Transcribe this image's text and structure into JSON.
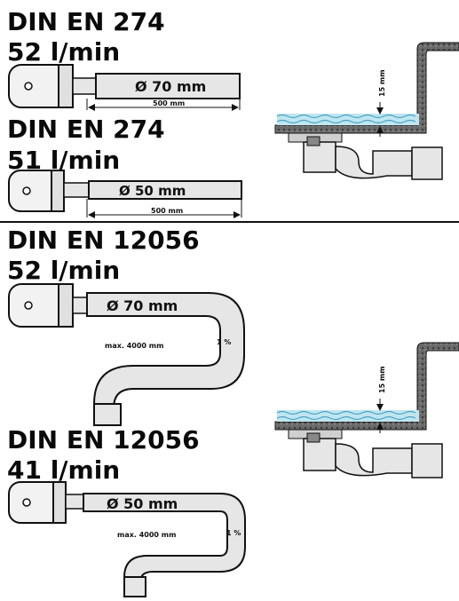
{
  "sections": [
    {
      "standard": "DIN EN 274",
      "flow": "52 l/min",
      "diameter": "Ø 70 mm",
      "length": "500 mm"
    },
    {
      "standard": "DIN EN 274",
      "flow": "51 l/min",
      "diameter": "Ø 50 mm",
      "length": "500 mm"
    },
    {
      "standard": "DIN EN 12056",
      "flow": "52 l/min",
      "diameter": "Ø 70 mm",
      "max_length": "max. 4000 mm",
      "slope": "1 %"
    },
    {
      "standard": "DIN EN 12056",
      "flow": "41 l/min",
      "diameter": "Ø 50 mm",
      "max_length": "max. 4000 mm",
      "slope": "1 %"
    }
  ],
  "cross_sections": [
    {
      "water_height": "15 mm"
    },
    {
      "water_height": "15 mm"
    }
  ],
  "colors": {
    "ink": "#111111",
    "pipe_fill": "#e6e6e6",
    "water": "#bfe6ef",
    "wave": "#4aa3c7",
    "concrete": "#555555"
  }
}
